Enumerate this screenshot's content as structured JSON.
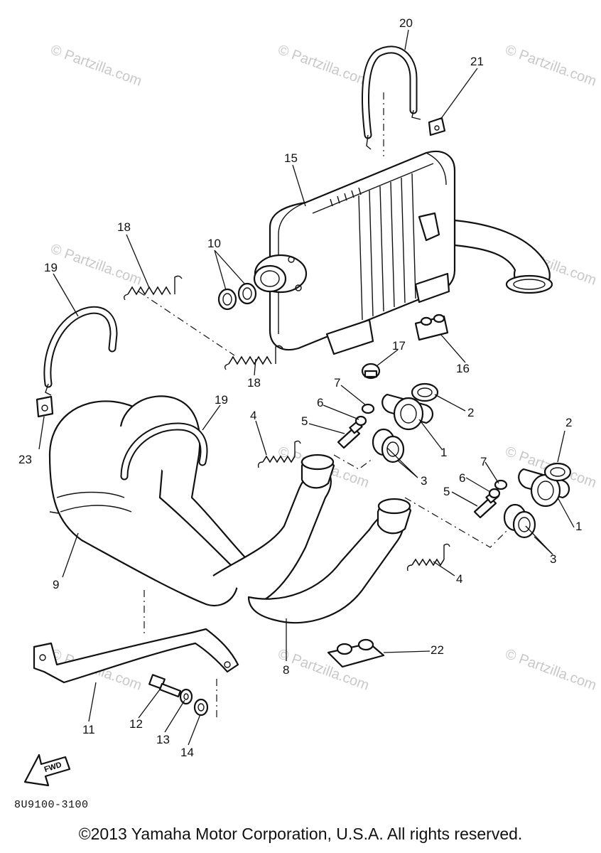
{
  "watermark": "© Partzilla.com",
  "callouts": {
    "c1": "1",
    "c2": "2",
    "c3": "3",
    "c4": "4",
    "c5": "5",
    "c6": "6",
    "c7": "7",
    "c8": "8",
    "c9": "9",
    "c10": "10",
    "c11": "11",
    "c12": "12",
    "c13": "13",
    "c14": "14",
    "c15": "15",
    "c16": "16",
    "c17": "17",
    "c18": "18",
    "c19": "19",
    "c20": "20",
    "c21": "21",
    "c22": "22",
    "c23": "23"
  },
  "fwd_label": "FWD",
  "drawing_code": "8U9100-3100",
  "copyright": "©2013 Yamaha Motor Corporation, U.S.A. All rights reserved."
}
